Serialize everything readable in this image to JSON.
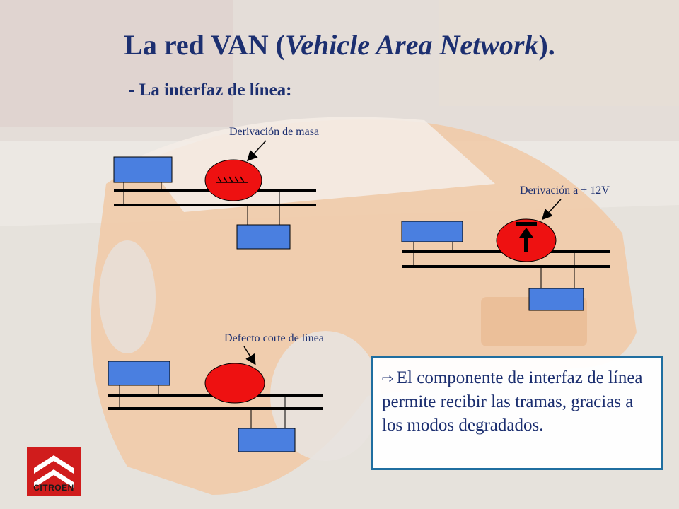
{
  "title": {
    "main": "La red VAN (",
    "italic": "Vehicle Area Network",
    "end": ")."
  },
  "subtitle": "- La interfaz de línea:",
  "diagrams": {
    "ground": {
      "label": "Derivación de masa"
    },
    "plus12": {
      "label": "Derivación a + 12V"
    },
    "cut": {
      "label": "Defecto corte de línea"
    }
  },
  "info_box": {
    "icon": "arrow-icon",
    "text": "El componente de interfaz de línea permite recibir las tramas, gracias a los modos degradados."
  },
  "logo": {
    "icon": "double-chevron-icon",
    "text": "CITROËN"
  },
  "colors": {
    "title": "#1c2f70",
    "module": "#4a7fe0",
    "fault": "#ee1111",
    "border": "#1f6ea0",
    "logo": "#d01c1c"
  }
}
